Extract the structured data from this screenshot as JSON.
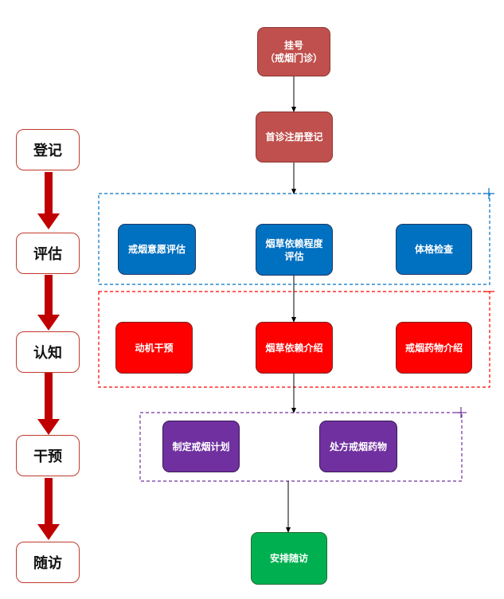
{
  "stages": [
    "登记",
    "评估",
    "认知",
    "干预",
    "随访"
  ],
  "steps": {
    "register": [
      "挂号",
      "（戒烟门诊）"
    ],
    "first_visit": "首诊注册登记",
    "assess_willingness": "戒烟意愿评估",
    "assess_dependence": [
      "烟草依赖程度",
      "评估"
    ],
    "physical_exam": "体格检查",
    "motivation": "动机干预",
    "dependence_intro": "烟草依赖介绍",
    "drug_intro": "戒烟药物介绍",
    "make_plan": "制定戒烟计划",
    "prescribe": "处方戒烟药物",
    "follow_up": "安排随访"
  },
  "colors": {
    "brown": "#c0504d",
    "blue": "#0070c0",
    "red": "#ff0000",
    "purple": "#7030a0",
    "green": "#00b050",
    "stage_border": "#c0392b",
    "stage_arrow": "#c00000"
  }
}
